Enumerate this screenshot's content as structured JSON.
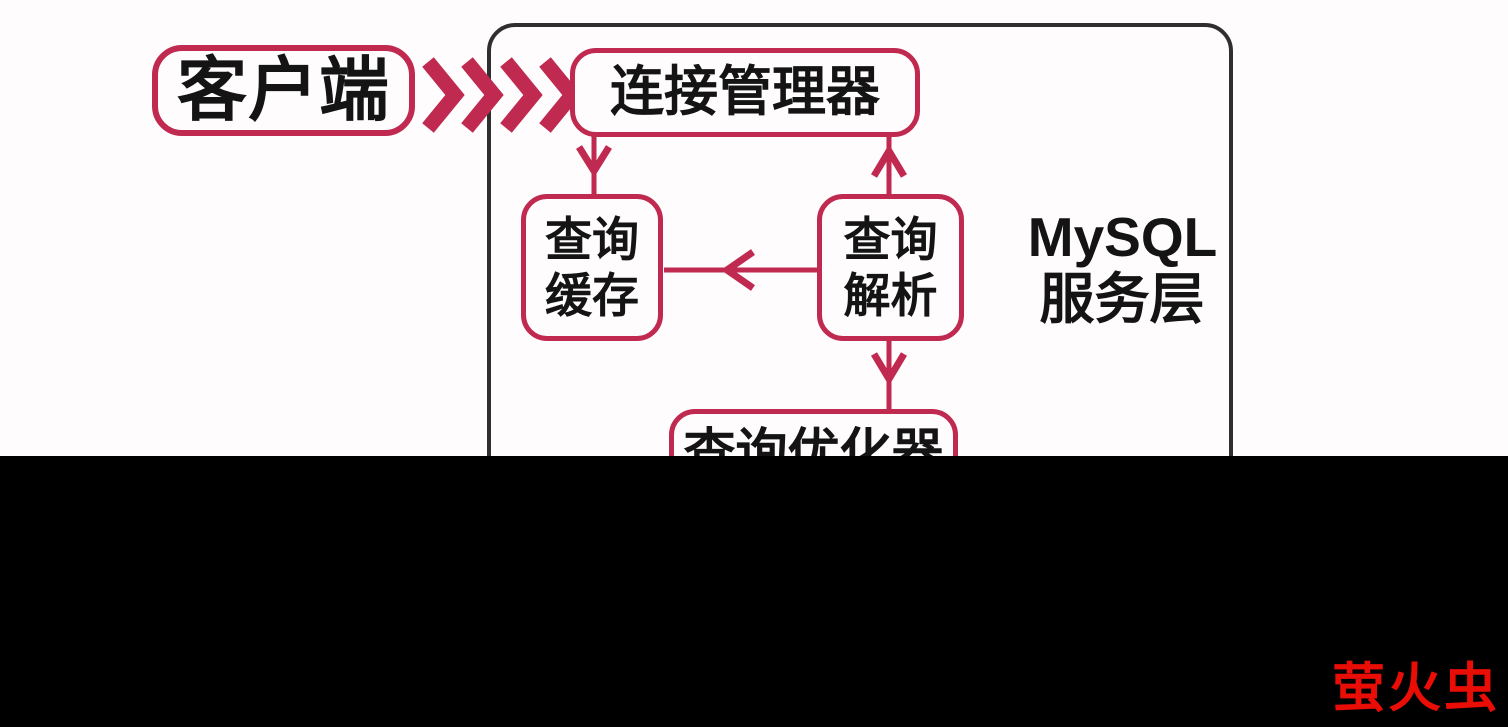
{
  "colors": {
    "accent": "#c02950",
    "ink": "#141414",
    "container_border": "#2f2f2f",
    "background": "#fefcfd",
    "letterbox": "#000000",
    "watermark": "#ea0d06"
  },
  "diagram": {
    "client": {
      "label": "客户端"
    },
    "connection_manager": {
      "label": "连接管理器"
    },
    "query_cache": {
      "line1": "查询",
      "line2": "缓存"
    },
    "query_parser": {
      "line1": "查询",
      "line2": "解析"
    },
    "query_optimizer": {
      "label": "查询优化器"
    },
    "layer": {
      "line1": "MySQL",
      "line2": "服务层"
    }
  },
  "watermark": {
    "label": "萤火虫"
  }
}
